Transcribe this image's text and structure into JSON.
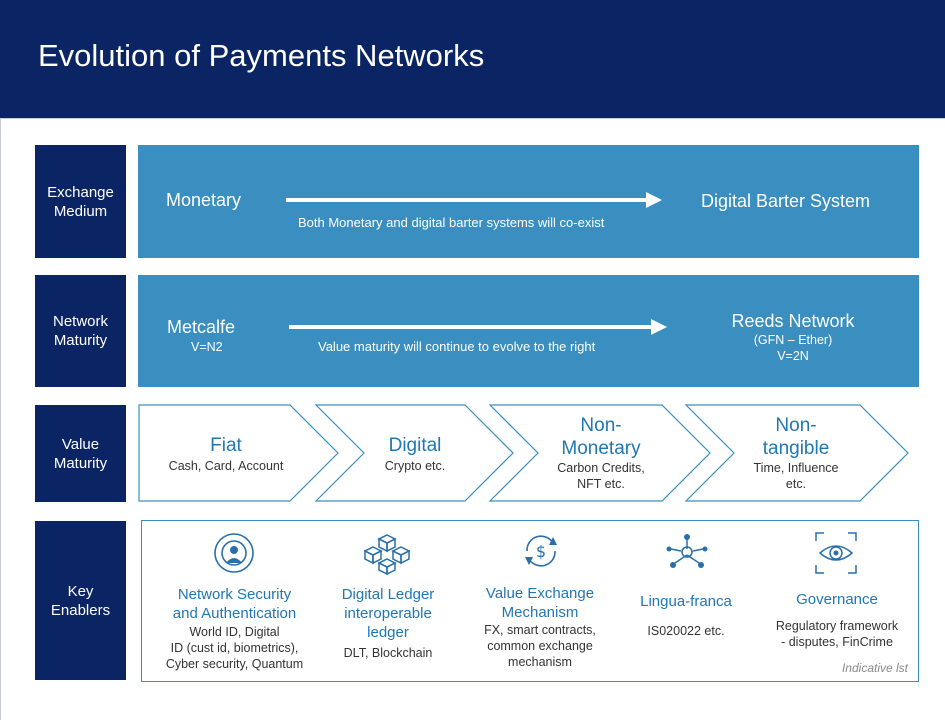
{
  "header": {
    "title": "Evolution of Payments Networks"
  },
  "rows": {
    "exchange": {
      "label": "Exchange\nMedium",
      "left": "Monetary",
      "arrow_text": "Both Monetary and digital barter systems will co-exist",
      "right": "Digital Barter System"
    },
    "network": {
      "label": "Network\nMaturity",
      "left": "Metcalfe",
      "left_sub": "V=N2",
      "arrow_text": "Value maturity will continue to evolve to the right",
      "right": "Reeds Network",
      "right_sub1": "(GFN – Ether)",
      "right_sub2": "V=2N"
    },
    "value": {
      "label": "Value\nMaturity",
      "stages": [
        {
          "title": "Fiat",
          "sub": "Cash, Card, Account"
        },
        {
          "title": "Digital",
          "sub": "Crypto etc."
        },
        {
          "title": "Non-\nMonetary",
          "sub": "Carbon Credits,\nNFT etc."
        },
        {
          "title": "Non-\ntangible",
          "sub": "Time, Influence\netc."
        }
      ]
    },
    "enablers": {
      "label": "Key\nEnablers",
      "items": [
        {
          "icon": "security-camera-icon",
          "title": "Network Security\nand Authentication",
          "desc": "World ID, Digital\nID (cust id, biometrics),\nCyber security, Quantum"
        },
        {
          "icon": "ledger-cubes-icon",
          "title": "Digital Ledger\ninteroperable\nledger",
          "desc": "DLT, Blockchain"
        },
        {
          "icon": "dollar-cycle-icon",
          "title": "Value Exchange\nMechanism",
          "desc": "FX, smart contracts,\ncommon exchange\nmechanism"
        },
        {
          "icon": "network-nodes-icon",
          "title": "Lingua-franca",
          "desc": "IS020022 etc."
        },
        {
          "icon": "eye-scan-icon",
          "title": "Governance",
          "desc": "Regulatory framework\n- disputes, FinCrime"
        }
      ],
      "note": "Indicative lst"
    }
  },
  "colors": {
    "navy": "#0b2463",
    "band": "#3a8fc0",
    "accent": "#1f77b4"
  }
}
